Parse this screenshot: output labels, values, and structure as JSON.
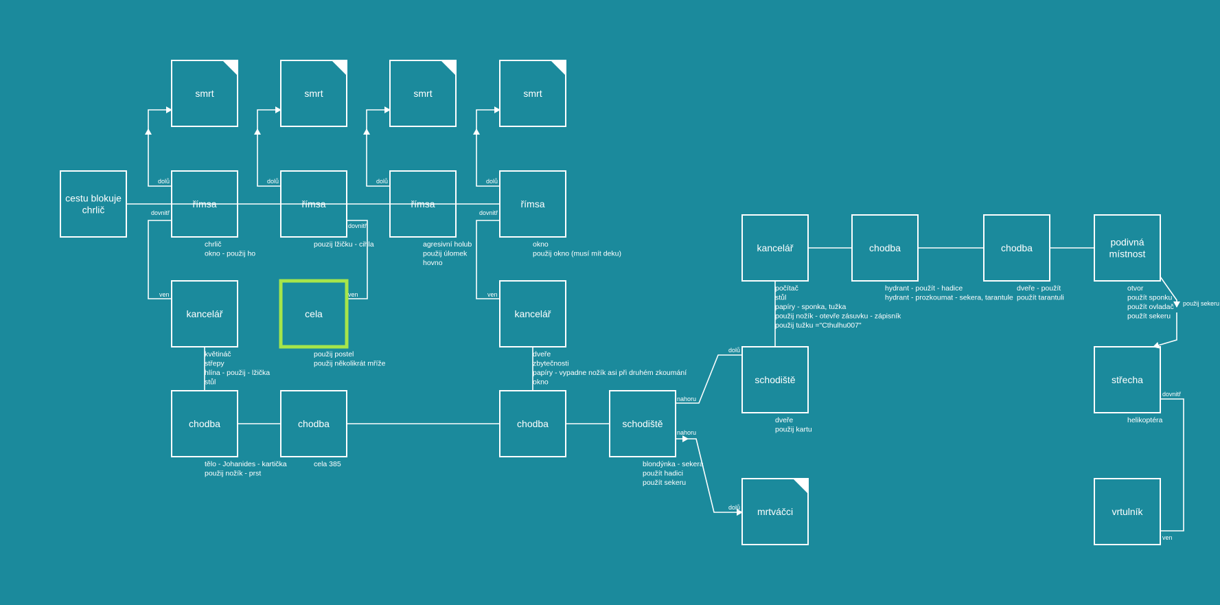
{
  "colors": {
    "background": "#1b8a9c",
    "stroke": "#ffffff",
    "selected": "#a6e64a"
  },
  "nodes": [
    {
      "id": "start",
      "title": [
        "cestu blokuje",
        "chrlič"
      ],
      "notes": []
    },
    {
      "id": "smrt1",
      "title": [
        "smrt"
      ],
      "notes": [],
      "end": true
    },
    {
      "id": "smrt2",
      "title": [
        "smrt"
      ],
      "notes": [],
      "end": true
    },
    {
      "id": "smrt3",
      "title": [
        "smrt"
      ],
      "notes": [],
      "end": true
    },
    {
      "id": "smrt4",
      "title": [
        "smrt"
      ],
      "notes": [],
      "end": true
    },
    {
      "id": "rimsa1",
      "title": [
        "římsa"
      ],
      "notes": [
        "chrlič",
        "okno - použij ho"
      ]
    },
    {
      "id": "rimsa2",
      "title": [
        "římsa"
      ],
      "notes": [
        "pouzij lžičku - cihla"
      ]
    },
    {
      "id": "rimsa3",
      "title": [
        "římsa"
      ],
      "notes": [
        "agresivní holub",
        "použij úlomek",
        "hovno"
      ]
    },
    {
      "id": "rimsa4",
      "title": [
        "římsa"
      ],
      "notes": [
        "okno",
        "použij okno (musí mít deku)"
      ]
    },
    {
      "id": "kancelar1",
      "title": [
        "kancelář"
      ],
      "notes": [
        "květináč",
        "střepy",
        "hlína - použij - lžička",
        "stůl"
      ]
    },
    {
      "id": "cela",
      "title": [
        "cela"
      ],
      "notes": [
        "použij postel",
        "použij několikrát mříže"
      ],
      "selected": true
    },
    {
      "id": "kancelar2",
      "title": [
        "kancelář"
      ],
      "notes": [
        "dveře",
        "zbytečnosti",
        "papíry - vypadne nožík asi při druhém zkoumání",
        "okno"
      ]
    },
    {
      "id": "chodba1",
      "title": [
        "chodba"
      ],
      "notes": [
        "tělo - Johanides - kartička",
        "použij nožík - prst"
      ]
    },
    {
      "id": "chodba2",
      "title": [
        "chodba"
      ],
      "notes": [
        "cela 385"
      ]
    },
    {
      "id": "chodba3",
      "title": [
        "chodba"
      ],
      "notes": []
    },
    {
      "id": "schodiste1",
      "title": [
        "schodiště"
      ],
      "notes": [
        "blondýnka - sekera",
        "použít hadici",
        "použít sekeru"
      ]
    },
    {
      "id": "schodiste2",
      "title": [
        "schodiště"
      ],
      "notes": [
        "dveře",
        "použij kartu"
      ]
    },
    {
      "id": "mrtvacci",
      "title": [
        "mrtváčci"
      ],
      "notes": [],
      "end": true
    },
    {
      "id": "kancelar3",
      "title": [
        "kancelář"
      ],
      "notes": [
        "počítač",
        "stůl",
        "papíry - sponka, tužka",
        "použij nožík - otevře zásuvku - zápisník",
        "použij tužku =\"Cthulhu007\""
      ]
    },
    {
      "id": "chodba4",
      "title": [
        "chodba"
      ],
      "notes": [
        "hydrant - použít - hadice",
        "hydrant - prozkoumat - sekera, tarantule"
      ]
    },
    {
      "id": "chodba5",
      "title": [
        "chodba"
      ],
      "notes": [
        "dveře - použít",
        "použít tarantuli"
      ]
    },
    {
      "id": "podivna",
      "title": [
        "podivná",
        "místnost"
      ],
      "notes": [
        "otvor",
        "použít sponku",
        "použít ovladač",
        "použít sekeru"
      ]
    },
    {
      "id": "strecha",
      "title": [
        "střecha"
      ],
      "notes": [
        "helikoptéra"
      ]
    },
    {
      "id": "vrtulnik",
      "title": [
        "vrtulník"
      ],
      "notes": []
    }
  ],
  "edge_labels": [
    {
      "id": "dolu-1",
      "text": "dolů"
    },
    {
      "id": "dolu-2",
      "text": "dolů"
    },
    {
      "id": "dolu-3",
      "text": "dolů"
    },
    {
      "id": "dolu-4",
      "text": "dolů"
    },
    {
      "id": "dovnitr-1",
      "text": "dovnitř"
    },
    {
      "id": "dovnitr-2",
      "text": "dovnitř"
    },
    {
      "id": "dovnitr-3",
      "text": "dovnitř"
    },
    {
      "id": "ven-1",
      "text": "ven"
    },
    {
      "id": "ven-2",
      "text": "ven"
    },
    {
      "id": "ven-3",
      "text": "ven"
    },
    {
      "id": "nahoru-1",
      "text": "nahoru"
    },
    {
      "id": "nahoru-2",
      "text": "nahoru"
    },
    {
      "id": "dolu-5",
      "text": "dolů"
    },
    {
      "id": "dolu-6",
      "text": "dolů"
    },
    {
      "id": "pouzij-sekeru",
      "text": "použij sekeru"
    },
    {
      "id": "dovnitr-4",
      "text": "dovnitř"
    },
    {
      "id": "ven-4",
      "text": "ven"
    }
  ]
}
